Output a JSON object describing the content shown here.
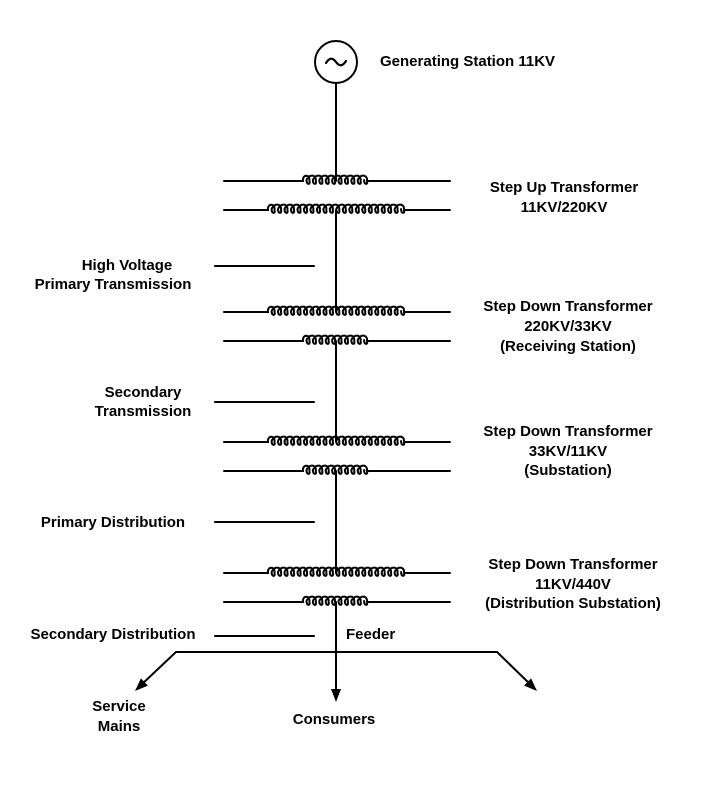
{
  "generator": {
    "symbol": "~",
    "label": "Generating Station 11KV"
  },
  "transformers": [
    {
      "title": "Step Up Transformer",
      "rating": "11KV/220KV",
      "note": ""
    },
    {
      "title": "Step Down Transformer",
      "rating": "220KV/33KV",
      "note": "(Receiving Station)"
    },
    {
      "title": "Step Down Transformer",
      "rating": "33KV/11KV",
      "note": "(Substation)"
    },
    {
      "title": "Step Down Transformer",
      "rating": "11KV/440V",
      "note": "(Distribution Substation)"
    }
  ],
  "stages": [
    {
      "line1": "High Voltage",
      "line2": "Primary Transmission"
    },
    {
      "line1": "Secondary",
      "line2": "Transmission"
    },
    {
      "line1": "Primary Distribution",
      "line2": ""
    },
    {
      "line1": "Secondary Distribution",
      "line2": ""
    }
  ],
  "feeder_label": "Feeder",
  "outputs": {
    "service_line1": "Service",
    "service_line2": "Mains",
    "consumers": "Consumers"
  },
  "colors": {
    "line": "#000000",
    "background": "#ffffff"
  }
}
